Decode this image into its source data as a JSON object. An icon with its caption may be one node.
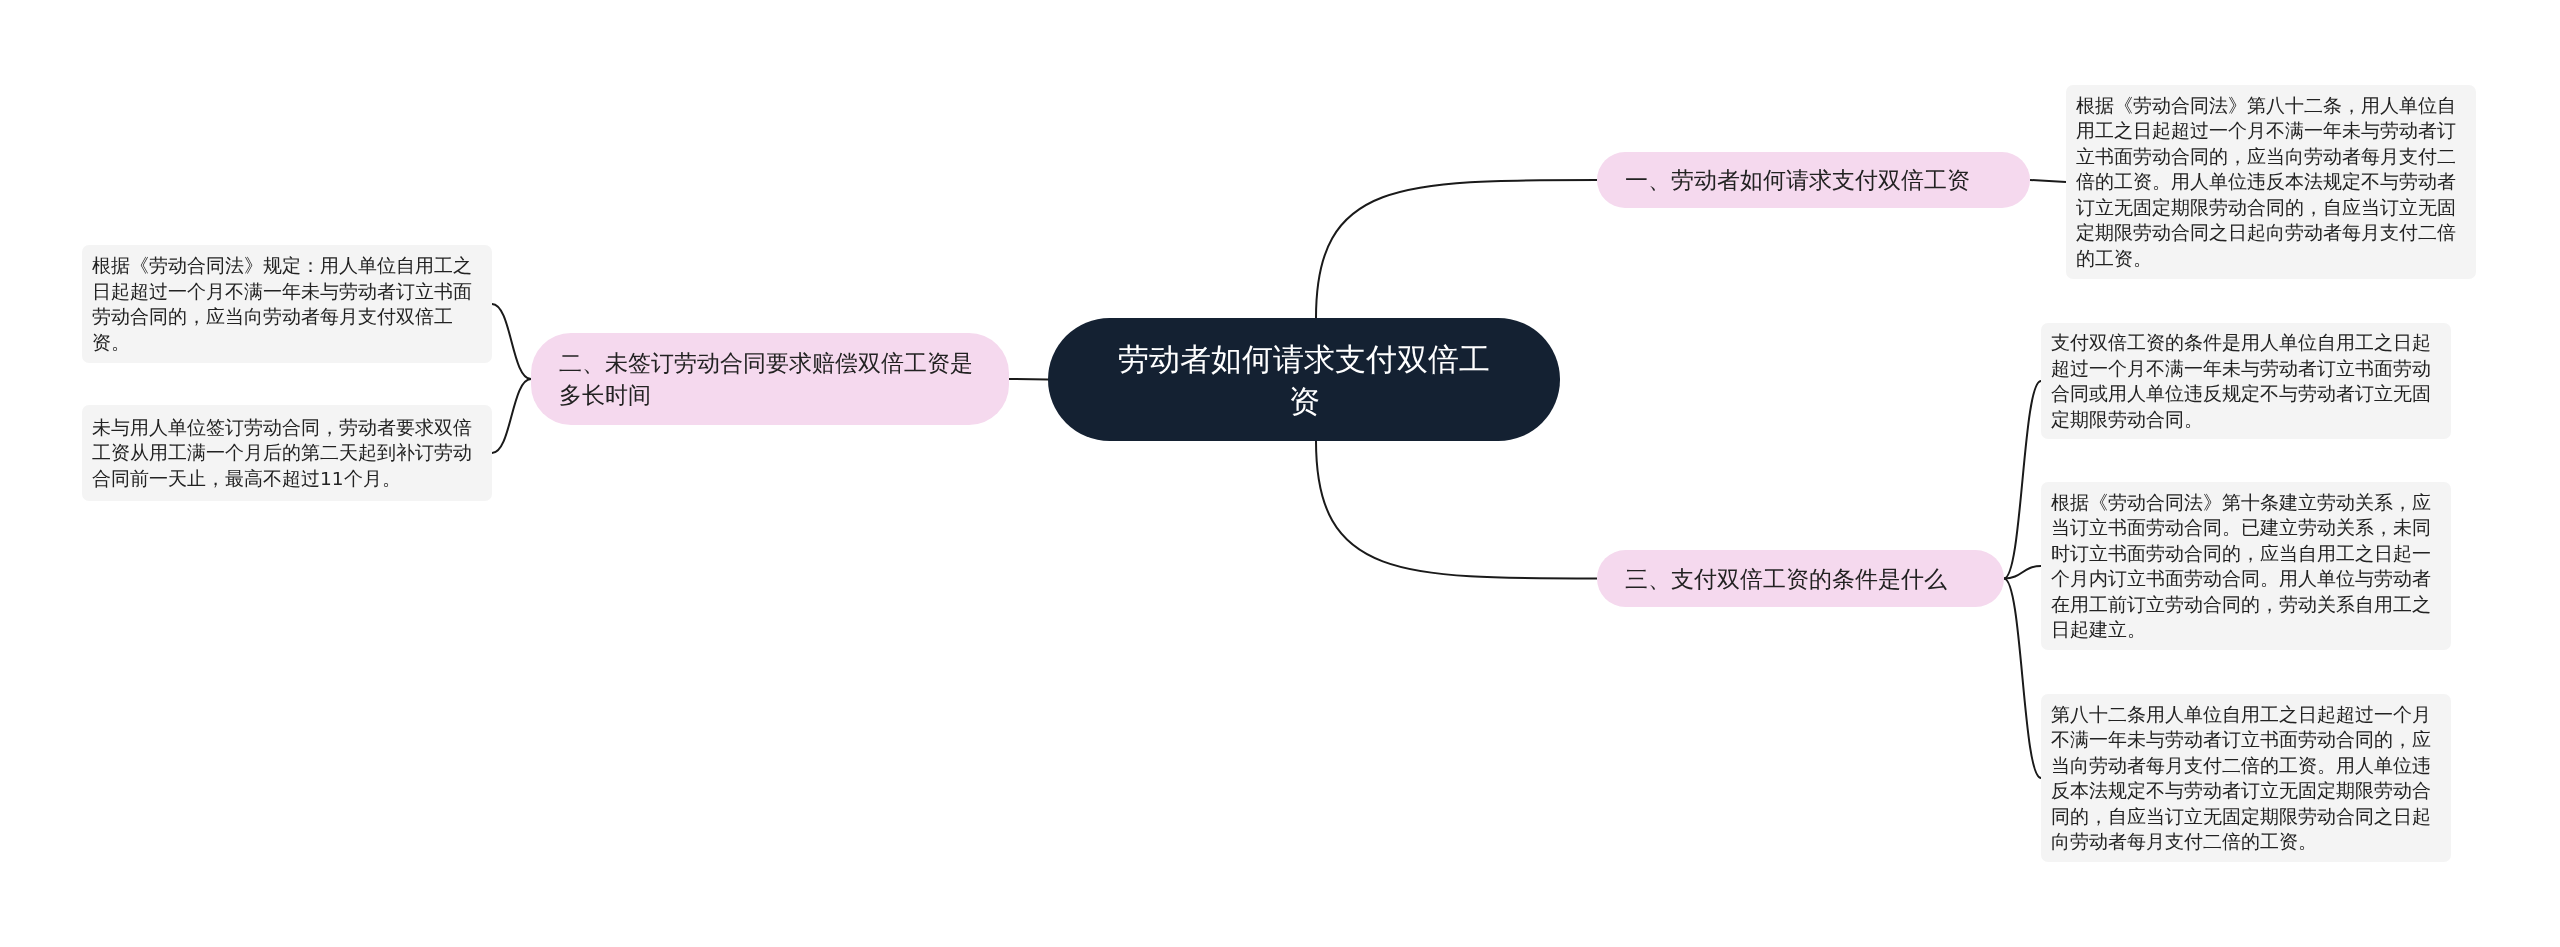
{
  "diagram": {
    "nodes": [
      {
        "text": [
          "劳动者如何请求支付双倍工资"
        ]
      },
      {
        "text": [
          "一、劳动者如何请求支付双倍工资"
        ]
      },
      {
        "text": [
          "根据《劳动合同法》第八十二条，用人单位自用工之日起超过一个月不满一年未与劳动者订立书面劳动合同的，应当向劳动者每月支付二倍的工资。用人单位违反本法规定不与劳动者订立无固定期限劳动合同的，自应当订立无固定期限劳动合同之日起向劳动者每月支付二倍的工资。"
        ]
      },
      {
        "text": [
          "二、未签订劳动合同要求赔偿双倍工资是多长时间"
        ]
      },
      {
        "text": [
          "根据《劳动合同法》规定：用人单位自用工之日起超过一个月不满一年未与劳动者订立书面劳动合同的，应当向劳动者每月支付双倍工资。"
        ]
      },
      {
        "text": [
          "未与用人单位签订劳动合同，劳动者要求双倍工资从用工满一个月后的第二天起到补订劳动合同前一天止，最高不超过11个月。"
        ]
      },
      {
        "text": [
          "三、支付双倍工资的条件是什么"
        ]
      },
      {
        "text": [
          "支付双倍工资的条件是用人单位自用工之日起超过一个月不满一年未与劳动者订立书面劳动合同或用人单位违反规定不与劳动者订立无固定期限劳动合同。"
        ]
      },
      {
        "text": [
          "根据《劳动合同法》第十条建立劳动关系，应当订立书面劳动合同。已建立劳动关系，未同时订立书面劳动合同的，应当自用工之日起一个月内订立书面劳动合同。用人单位与劳动者在用工前订立劳动合同的，劳动关系自用工之日起建立。"
        ]
      },
      {
        "text": [
          "第八十二条用人单位自用工之日起超过一个月不满一年未与劳动者订立书面劳动合同的，应当向劳动者每月支付二倍的工资。用人单位违反本法规定不与劳动者订立无固定期限劳动合同的，自应当订立无固定期限劳动合同之日起向劳动者每月支付二倍的工资。"
        ]
      }
    ],
    "edges": [
      {
        "from": 0,
        "to": 1,
        "arrow": "none"
      },
      {
        "from": 1,
        "to": 2,
        "arrow": "none"
      },
      {
        "from": 0,
        "to": 3,
        "arrow": "none"
      },
      {
        "from": 3,
        "to": 4,
        "arrow": "none"
      },
      {
        "from": 3,
        "to": 5,
        "arrow": "none"
      },
      {
        "from": 0,
        "to": 6,
        "arrow": "none"
      },
      {
        "from": 6,
        "to": 7,
        "arrow": "none"
      },
      {
        "from": 6,
        "to": 8,
        "arrow": "none"
      },
      {
        "from": 6,
        "to": 9,
        "arrow": "none"
      }
    ]
  }
}
